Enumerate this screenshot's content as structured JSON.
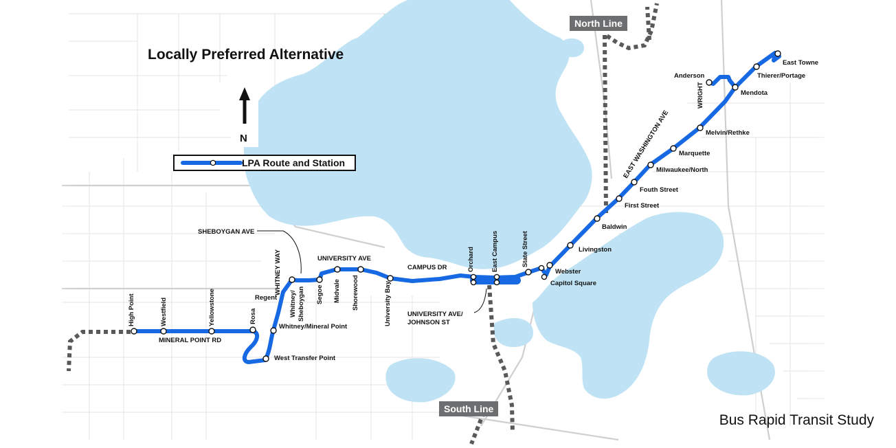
{
  "title": "Locally Preferred Alternative",
  "credit": "Bus Rapid Transit Study",
  "north_label": "N",
  "legend": {
    "label": "LPA Route and Station"
  },
  "lines": {
    "north": "North Line",
    "south": "South Line"
  },
  "stations": {
    "high_point": "High Point",
    "westfield": "Westfield",
    "yellowstone": "Yellowstone",
    "rosa": "Rosa",
    "whitney_mineral_point": "Whitney/Mineral Point",
    "west_transfer_point": "West Transfer Point",
    "regent": "Regent",
    "whitney_sheboygan_1": "Whitney/",
    "whitney_sheboygan_2": "Sheboygan",
    "segoe": "Segoe",
    "midvale": "Midvale",
    "shorewood": "Shorewood",
    "university_bay": "University Bay",
    "orchard": "Orchard",
    "east_campus": "East Campus",
    "state_street": "State Street",
    "webster": "Webster",
    "capitol_square": "Capitol Square",
    "livingston": "Livingston",
    "baldwin": "Baldwin",
    "first_street": "First Street",
    "fouth_street": "Fouth Street",
    "milwaukee_north": "Milwaukee/North",
    "marquette": "Marquette",
    "melvin_rethke": "Melvin/Rethke",
    "mendota": "Mendota",
    "anderson": "Anderson",
    "thierer_portage": "Thierer/Portage",
    "east_towne": "East Towne"
  },
  "roads": {
    "mineral_point_rd": "MINERAL POINT RD",
    "whitney_way": "WHITNEY WAY",
    "sheboygan_ave": "SHEBOYGAN AVE",
    "university_ave": "UNIVERSITY AVE",
    "campus_dr": "CAMPUS DR",
    "university_johnson_1": "UNIVERSITY AVE/",
    "university_johnson_2": "JOHNSON ST",
    "east_washington_ave": "EAST WASHINGTON AVE",
    "wright": "WRIGHT"
  },
  "colors": {
    "route": "#1668e3",
    "lake": "#bfe3f5",
    "future_line": "#58595b",
    "badge": "#6d6e70"
  }
}
